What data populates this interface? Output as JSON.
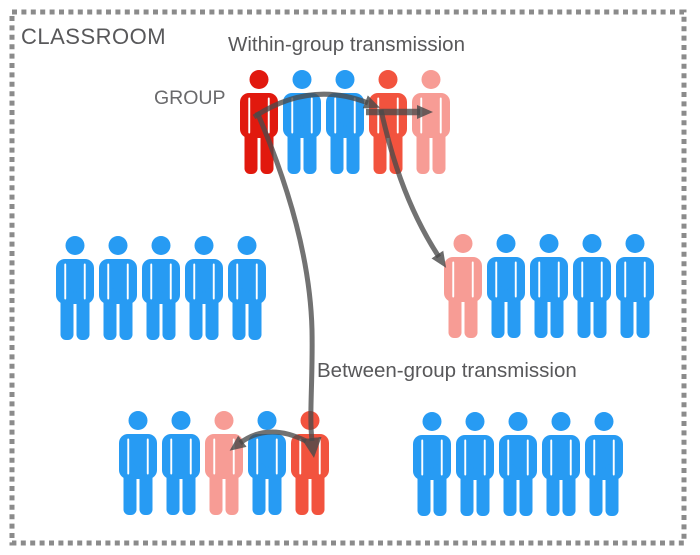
{
  "labels": {
    "classroom": "CLASSROOM",
    "group": "GROUP",
    "within": "Within-group transmission",
    "between": "Between-group transmission"
  },
  "colors": {
    "susceptible_blue": "#279BF3",
    "infected_red": "#E1190E",
    "newly_infected_tomato": "#F2533E",
    "exposed_pink": "#F79C95",
    "arrow_gray": "#4A4A4A",
    "border_gray": "#8B8B8B",
    "label_gray": "#58585A",
    "background": "#FFFFFF"
  },
  "groups": [
    {
      "name": "group-top",
      "persons": [
        "infected_red",
        "susceptible_blue",
        "susceptible_blue",
        "newly_infected_tomato",
        "exposed_pink"
      ]
    },
    {
      "name": "group-mid-left",
      "persons": [
        "susceptible_blue",
        "susceptible_blue",
        "susceptible_blue",
        "susceptible_blue",
        "susceptible_blue"
      ]
    },
    {
      "name": "group-mid-right",
      "persons": [
        "exposed_pink",
        "susceptible_blue",
        "susceptible_blue",
        "susceptible_blue",
        "susceptible_blue"
      ]
    },
    {
      "name": "group-bottom-left",
      "persons": [
        "susceptible_blue",
        "susceptible_blue",
        "exposed_pink",
        "susceptible_blue",
        "newly_infected_tomato"
      ]
    },
    {
      "name": "group-bottom-right",
      "persons": [
        "susceptible_blue",
        "susceptible_blue",
        "susceptible_blue",
        "susceptible_blue",
        "susceptible_blue"
      ]
    }
  ],
  "arrows": [
    {
      "name": "arrow-within-top-arc",
      "type": "within-group",
      "from": "group-top person 1",
      "to": "group-top person 4"
    },
    {
      "name": "arrow-within-top-horizontal",
      "type": "within-group",
      "from": "group-top person 4",
      "to": "group-top person 5"
    },
    {
      "name": "arrow-between-to-mid-right",
      "type": "between-group",
      "from": "group-top person 4",
      "to": "group-mid-right person 1"
    },
    {
      "name": "arrow-between-long",
      "type": "between-group",
      "from": "group-top person 1",
      "to": "group-bottom-left person 5"
    },
    {
      "name": "arrow-within-bottom-arc",
      "type": "within-group",
      "from": "group-bottom-left person 5",
      "to": "group-bottom-left person 3"
    }
  ]
}
